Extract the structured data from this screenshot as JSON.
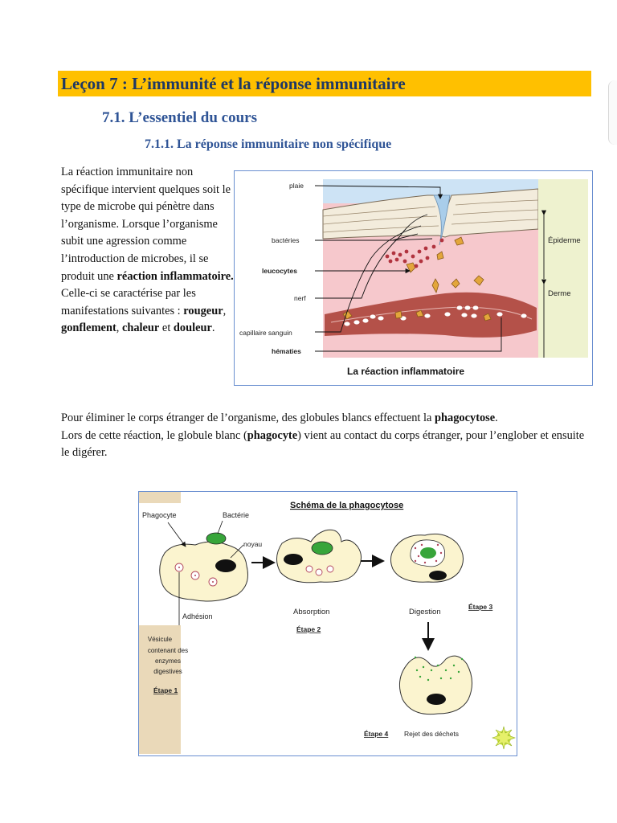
{
  "lesson": {
    "title": "Leçon 7 : L’immunité et la réponse immunitaire"
  },
  "section": {
    "title": "7.1. L’essentiel du cours"
  },
  "subsection": {
    "title": "7.1.1. La réponse immunitaire non spécifique"
  },
  "intro": {
    "text1": "La réaction immunitaire non spécifique intervient quelques soit le type de microbe qui pénètre dans l’organisme. Lorsque l’organisme subit une agression comme l’introduction de microbes, il se produit une ",
    "bold1": "réaction inflammatoire.",
    "text2": " Celle-ci se caractérise par les manifestations suivantes : ",
    "bold2": "rougeur",
    "text3": ", ",
    "bold3": "gonflement",
    "text4": ", ",
    "bold4": "chaleur",
    "text5": " et ",
    "bold5": "douleur",
    "text6": "."
  },
  "para1": {
    "text": "Pour éliminer le corps étranger de l’organisme, des globules blancs effectuent la ",
    "bold": "phagocytose",
    "end": "."
  },
  "para2": {
    "text1": "Lors de cette réaction, le globule blanc (",
    "bold": "phagocyte",
    "text2": ") vient au contact du corps étranger, pour l’englober et ensuite le digérer."
  },
  "figure1": {
    "caption": "La réaction inflammatoire",
    "labels": {
      "plaie": "plaie",
      "bacteries": "bactéries",
      "leucocytes": "leucocytes",
      "nerf": "nerf",
      "capillaire": "capillaire sanguin",
      "hematies": "hématies",
      "epiderme": "Épiderme",
      "derme": "Derme"
    },
    "colors": {
      "sky": "#cde3f5",
      "derm": "#f6c8cc",
      "side": "#eef2cf",
      "capillary": "#b45149",
      "bacteria": "#b1333e",
      "leukocyte": "#e3a63b"
    }
  },
  "figure2": {
    "title": "Schéma de la phagocytose",
    "labels": {
      "phagocyte": "Phagocyte",
      "bacterie": "Bactérie",
      "noyau": "noyau",
      "adhesion": "Adhésion",
      "absorption": "Absorption",
      "digestion": "Digestion",
      "etape1": "Étape 1",
      "etape2": "Étape 2",
      "etape3": "Étape 3",
      "etape4": "Étape 4",
      "rejet": "Rejet des déchets",
      "vesicule1": "Vésicule",
      "vesicule2": "contenant des",
      "vesicule3": "enzymes",
      "vesicule4": "digestives"
    },
    "colors": {
      "cell": "#fbf4cf",
      "bacterium": "#37a53a",
      "nucleus": "#111111",
      "sidebar": "#ead9b9"
    }
  }
}
